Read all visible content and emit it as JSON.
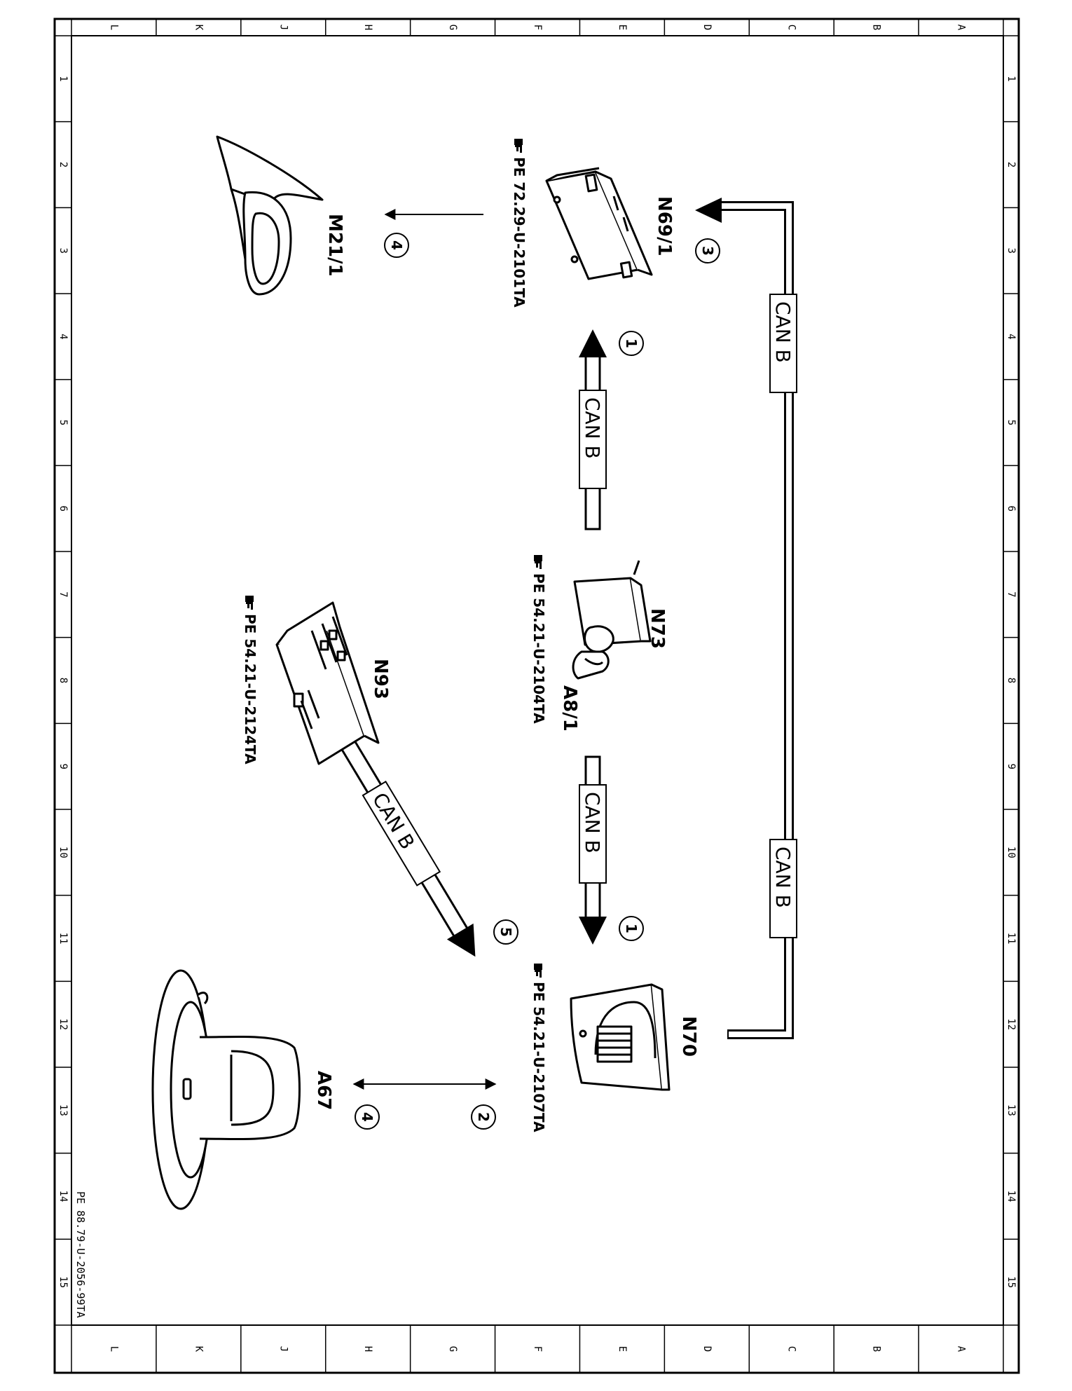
{
  "frame": {
    "columns": [
      "L",
      "K",
      "J",
      "H",
      "G",
      "F",
      "E",
      "D",
      "C",
      "B",
      "A"
    ],
    "rows": [
      "1",
      "2",
      "3",
      "4",
      "5",
      "6",
      "7",
      "8",
      "9",
      "10",
      "11",
      "12",
      "13",
      "14",
      "15"
    ]
  },
  "document_id": "PE 88.79-U-2056-99TA",
  "bus_label": "CAN B",
  "components": {
    "n69_1": {
      "label": "N69/1",
      "ref": "PE 72.29-U-2101TA"
    },
    "m21_1": {
      "label": "M21/1"
    },
    "n73": {
      "label": "N73",
      "label2": "A8/1",
      "ref": "PE 54.21-U-2104TA"
    },
    "n93": {
      "label": "N93",
      "ref": "PE 54.21-U-2124TA"
    },
    "n70": {
      "label": "N70",
      "ref": "PE 54.21-U-2107TA"
    },
    "a67": {
      "label": "A67"
    }
  },
  "steps": {
    "s1a": "1",
    "s1b": "1",
    "s2": "2",
    "s3": "3",
    "s4a": "4",
    "s4b": "4",
    "s5": "5"
  }
}
